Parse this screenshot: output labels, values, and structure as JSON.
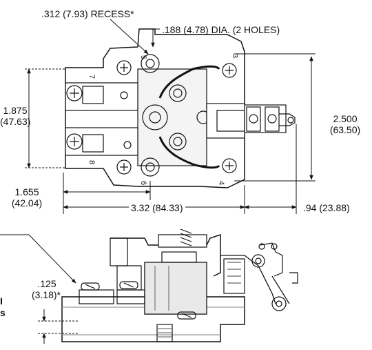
{
  "labels": {
    "recess": ".312 (7.93) RECESS*",
    "holes": ".188 (4.78) DIA. (2 HOLES)",
    "height_in": "1.875",
    "height_mm": "(47.63)",
    "overall_h_in": "2.500",
    "overall_h_mm": "(63.50)",
    "mount_in": "1.655",
    "mount_mm": "(42.04)",
    "width": "3.32 (84.33)",
    "ext": ".94 (23.88)",
    "depth_in": ".125",
    "depth_mm": "(3.18)*",
    "cut_1": "I",
    "cut_2": "s"
  },
  "terminals": {
    "t7": "7",
    "t5": "5",
    "t3": "3",
    "t8": "8",
    "t6": "6",
    "t4": "4"
  },
  "colors": {
    "line": "#111111",
    "body": "#ffffff",
    "shade": "#cfcfcf"
  }
}
